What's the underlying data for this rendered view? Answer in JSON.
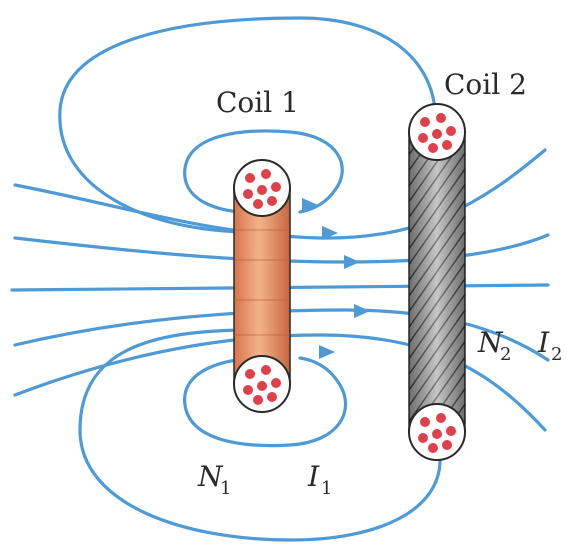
{
  "labels": {
    "coil1": "Coil 1",
    "coil2": "Coil 2",
    "n1_main": "N",
    "n1_sub": "1",
    "i1_main": "I",
    "i1_sub": "1",
    "n2_main": "N",
    "n2_sub": "2",
    "i2_main": "I",
    "i2_sub": "2"
  },
  "colors": {
    "field_lines": "#4d9ad6",
    "coil1_fill": "#e08a5a",
    "coil2_fill": "#6a6a6a",
    "wire_dots": "#e0404a"
  }
}
